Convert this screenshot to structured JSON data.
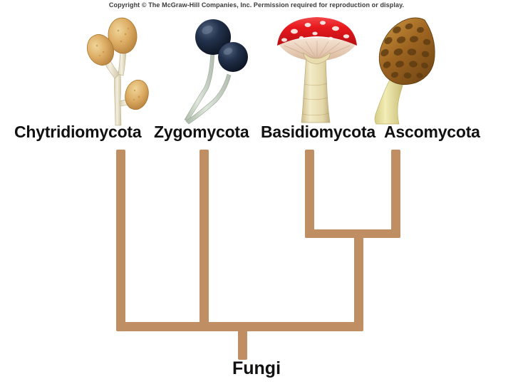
{
  "copyright": "Copyright © The McGraw-Hill Companies, Inc. Permission required for reproduction or display.",
  "diagram": {
    "title_root": "Fungi",
    "branch_color": "#c08e63",
    "taxa": [
      {
        "label": "Chytridiomycota",
        "illustration": "chytrid-sporangia-illustration"
      },
      {
        "label": "Zygomycota",
        "illustration": "zygomycota-sporangia-illustration"
      },
      {
        "label": "Basidiomycota",
        "illustration": "amanita-mushroom-illustration"
      },
      {
        "label": "Ascomycota",
        "illustration": "morel-mushroom-illustration"
      }
    ],
    "colors": {
      "branch": "#c08e63",
      "branch_shadow": "#e8cdb4",
      "label_text": "#111111",
      "copyright_text": "#3a3a3a",
      "background": "#ffffff",
      "amanita_cap": "#e8191d",
      "amanita_stalk": "#e9dcb2",
      "zygomycota_sphere": "#1d2c44",
      "zygomycota_stalk": "#c5d3c2",
      "chytrid_sporangium": "#ddab62",
      "chytrid_stalk": "#e9e2cd",
      "morel_cap": "#9d6420",
      "morel_stalk": "#e4dc9a"
    }
  }
}
